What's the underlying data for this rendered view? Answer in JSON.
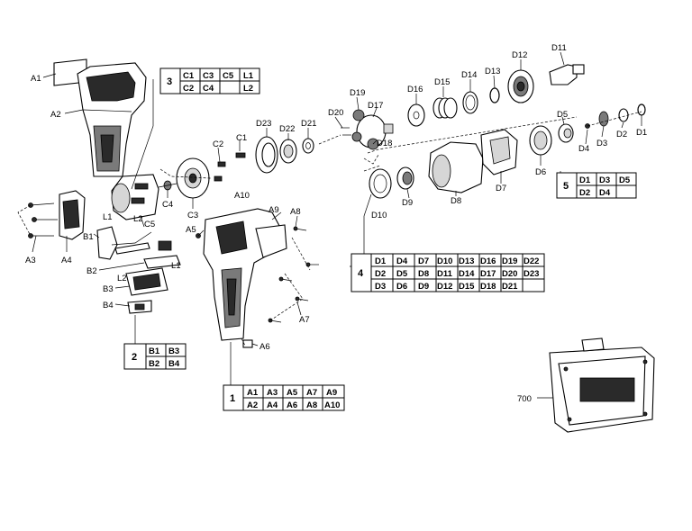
{
  "labels": {
    "A1": "A1",
    "A2": "A2",
    "A3": "A3",
    "A4": "A4",
    "A5": "A5",
    "A6": "A6",
    "A7": "A7",
    "A8": "A8",
    "A9": "A9",
    "A10": "A10",
    "B1": "B1",
    "B2": "B2",
    "B3": "B3",
    "B4": "B4",
    "C1": "C1",
    "C2": "C2",
    "C3": "C3",
    "C4": "C4",
    "C5": "C5",
    "L1": "L1",
    "L2": "L2",
    "D1": "D1",
    "D2": "D2",
    "D3": "D3",
    "D4": "D4",
    "D5": "D5",
    "D6": "D6",
    "D7": "D7",
    "D8": "D8",
    "D9": "D9",
    "D10": "D10",
    "D11": "D11",
    "D12": "D12",
    "D13": "D13",
    "D14": "D14",
    "D15": "D15",
    "D16": "D16",
    "D17": "D17",
    "D18": "D18",
    "D19": "D19",
    "D20": "D20",
    "D21": "D21",
    "D22": "D22",
    "D23": "D23",
    "P700": "700"
  },
  "groups": {
    "g1": {
      "number": "1",
      "rows": [
        [
          "A1",
          "A3",
          "A5",
          "A7",
          "A9"
        ],
        [
          "A2",
          "A4",
          "A6",
          "A8",
          "A10"
        ]
      ]
    },
    "g2": {
      "number": "2",
      "rows": [
        [
          "B1",
          "B3"
        ],
        [
          "B2",
          "B4"
        ]
      ]
    },
    "g3": {
      "number": "3",
      "rows": [
        [
          "C1",
          "C3",
          "C5",
          "L1"
        ],
        [
          "C2",
          "C4",
          "",
          "L2"
        ]
      ]
    },
    "g4": {
      "number": "4",
      "rows": [
        [
          "D1",
          "D4",
          "D7",
          "D10",
          "D13",
          "D16",
          "D19",
          "D22"
        ],
        [
          "D2",
          "D5",
          "D8",
          "D11",
          "D14",
          "D17",
          "D20",
          "D23"
        ],
        [
          "D3",
          "D6",
          "D9",
          "D12",
          "D15",
          "D18",
          "D21",
          ""
        ]
      ]
    },
    "g5": {
      "number": "5",
      "rows": [
        [
          "D1",
          "D3",
          "D5"
        ],
        [
          "D2",
          "D4",
          ""
        ]
      ]
    }
  }
}
